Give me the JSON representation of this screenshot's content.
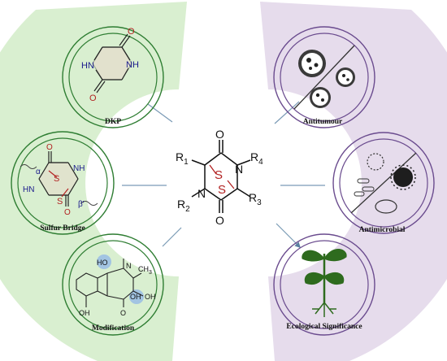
{
  "colors": {
    "left_sector": "#d9efd0",
    "right_sector": "#e6dcec",
    "left_ring": "#2e7d32",
    "right_ring": "#6a4b8e",
    "highlight_blue": "#8fb6e8",
    "highlight_pink": "#f3c9c9",
    "sulfur_red": "#b22222",
    "plant_green": "#2e6b1e",
    "connector": "#8aa7b8"
  },
  "left_panels": [
    {
      "label": "DKP",
      "icon": "diketopiperazine-structure"
    },
    {
      "label": "Sulfur Bridge",
      "icon": "disulfide-bridge-structure"
    },
    {
      "label": "Modification",
      "icon": "modified-etp-structure"
    }
  ],
  "right_panels": [
    {
      "label": "Antitumour",
      "icon": "tumor-cells-icon"
    },
    {
      "label": "Antimicrobial",
      "icon": "microbes-icon"
    },
    {
      "label": "Ecological Significance",
      "icon": "plant-icon"
    }
  ],
  "center": {
    "r1": "R",
    "r1_sub": "1",
    "r2": "R",
    "r2_sub": "2",
    "r3": "R",
    "r3_sub": "3",
    "r4": "R",
    "r4_sub": "4",
    "n": "N",
    "o": "O",
    "s": "S"
  },
  "dkp": {
    "nh": "NH",
    "hn": "HN",
    "o": "O"
  },
  "sulfur_bridge": {
    "o": "O",
    "nh": "NH",
    "hn": "HN",
    "s": "S",
    "alpha": "α",
    "beta": "β'"
  },
  "modification": {
    "ho": "HO",
    "n": "N",
    "ch3": "CH",
    "ch3_sub": "3",
    "oh": "OH",
    "o": "O"
  }
}
